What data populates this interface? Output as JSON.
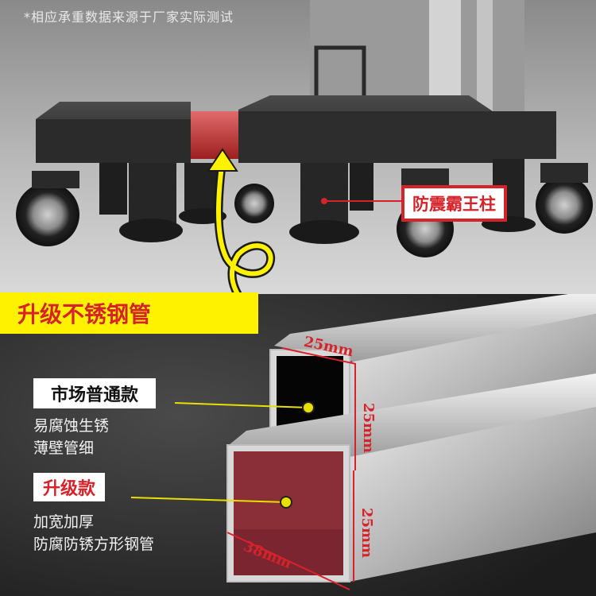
{
  "disclaimer": "*相应承重数据来源于厂家实际测试",
  "callout_pillar": "防震霸王柱",
  "upgrade_banner": "升级不锈钢管",
  "comparison": {
    "common": {
      "title": "市场普通款",
      "lines": [
        "易腐蚀生锈",
        "薄壁管细"
      ]
    },
    "upgraded": {
      "title": "升级款",
      "lines": [
        "加宽加厚",
        "防腐防锈方形钢管"
      ]
    }
  },
  "dimensions": {
    "top_width": "25mm",
    "top_height": "25mm",
    "bottom_height": "25mm",
    "bottom_width": "38mm"
  },
  "colors": {
    "accent_red": "#d6232a",
    "banner_yellow": "#fff200",
    "dot_yellow": "#e8e000"
  }
}
